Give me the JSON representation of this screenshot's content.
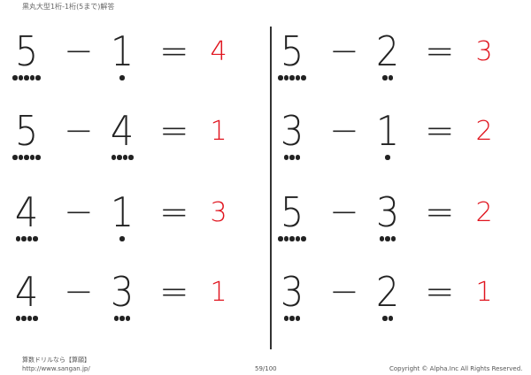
{
  "title": "黒丸大型1桁-1桁(5まで)解答",
  "operators": {
    "minus": "−",
    "equals": "="
  },
  "problems": [
    {
      "a": 5,
      "b": 1,
      "answer": 4
    },
    {
      "a": 5,
      "b": 4,
      "answer": 1
    },
    {
      "a": 4,
      "b": 1,
      "answer": 3
    },
    {
      "a": 4,
      "b": 3,
      "answer": 1
    },
    {
      "a": 5,
      "b": 2,
      "answer": 3
    },
    {
      "a": 3,
      "b": 1,
      "answer": 2
    },
    {
      "a": 5,
      "b": 3,
      "answer": 2
    },
    {
      "a": 3,
      "b": 2,
      "answer": 1
    }
  ],
  "colors": {
    "answer": "#e0141e"
  },
  "footer": {
    "brand": "算数ドリルなら【算願】",
    "url": "http://www.sangan.jp/",
    "page": "59/100",
    "copyright": "Copyright © Alpha.Inc All Rights Reserved."
  }
}
